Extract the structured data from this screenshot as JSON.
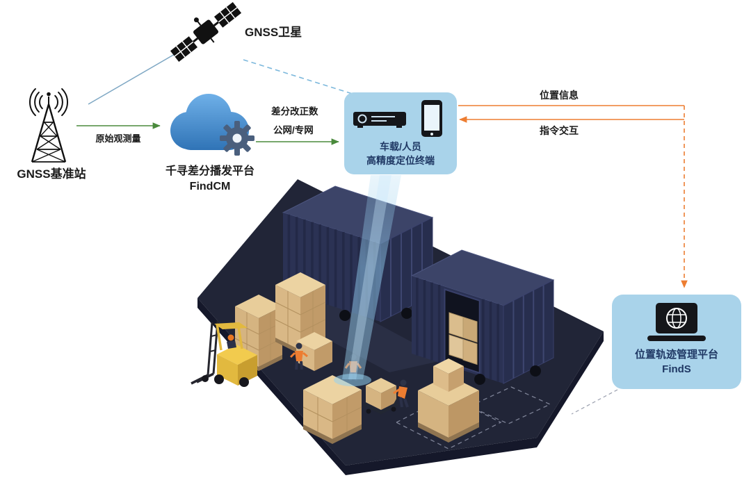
{
  "nodes": {
    "satellite": {
      "label": "GNSS卫星"
    },
    "base_station": {
      "label": "GNSS基准站"
    },
    "cloud": {
      "label": "千寻差分播发平台",
      "name": "FindCM"
    },
    "terminal": {
      "line1": "车载/人员",
      "line2": "高精度定位终端"
    },
    "platform": {
      "label": "位置轨迹管理平台",
      "name": "FindS"
    }
  },
  "edges": {
    "raw_observation": "原始观测量",
    "correction_line1": "差分改正数",
    "correction_line2": "公网/专网",
    "position_info": "位置信息",
    "command_interaction": "指令交互"
  },
  "icons": {
    "satellite": "gnss-satellite-icon",
    "base_station": "radio-tower-icon",
    "cloud": "cloud-gear-icon",
    "receiver": "vehicle-receiver-icon",
    "phone": "smartphone-icon",
    "laptop": "laptop-globe-icon"
  },
  "colors": {
    "node_fill": "#a9d3ea",
    "node_text": "#1f3864",
    "green_arrow": "#4a8a3c",
    "orange_arrow": "#ed7d31",
    "satellite_link_blue": "#7cb8dc",
    "cloud_blue": "#3f82c4",
    "platform_dark": "#212537",
    "container_navy": "#2b3254",
    "box_tan": "#d9b886",
    "forklift_yellow": "#f0c84a"
  }
}
